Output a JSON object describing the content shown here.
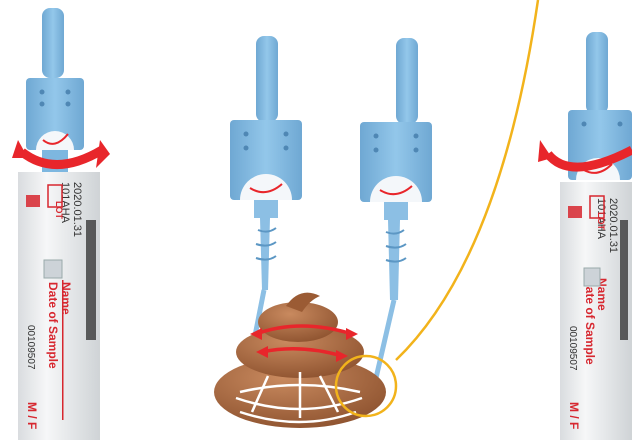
{
  "colors": {
    "device_blue": "#8ec3e6",
    "device_blue_dark": "#6ea9d2",
    "tube_white": "#eceef0",
    "label_red": "#d7272f",
    "stool_brown": "#a8673f",
    "highlight_yellow": "#f2b31b",
    "arrow_red": "#e8262b"
  },
  "left_tube": {
    "lot_label": "LOT",
    "lot_number": "101AHA",
    "expiry_date": "2020.01.31",
    "name_label": "Name",
    "date_label": "Date of Sample",
    "serial": "00109507",
    "sex_label": "M / F"
  },
  "right_tube": {
    "lot_label": "LOT",
    "lot_number": "101AHA",
    "expiry_date": "2020.01.31",
    "name_label": "Name",
    "date_label": "Date of Sample",
    "serial": "00109507",
    "sex_label": "M / F"
  },
  "icons": {
    "rotate": "rotate-arrow-icon",
    "hourglass": "hourglass-icon",
    "scoop": "stool-sample-icon"
  }
}
